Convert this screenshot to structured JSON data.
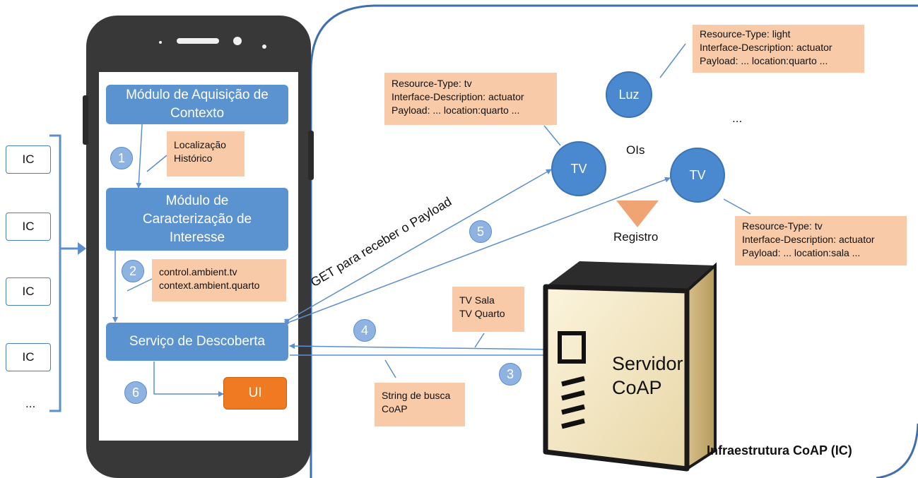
{
  "ic_list": [
    "IC",
    "IC",
    "IC",
    "IC",
    "..."
  ],
  "modules": {
    "aquisicao": "Módulo de Aquisição de Contexto",
    "caracterizacao": "Módulo de Caracterização de Interesse",
    "descoberta": "Serviço de Descoberta",
    "ui": "UI"
  },
  "steps": [
    "1",
    "2",
    "3",
    "4",
    "5",
    "6"
  ],
  "notes": {
    "contexto": [
      "Localização",
      "Histórico"
    ],
    "interesse": [
      "control.ambient.tv",
      "context.ambient.quarto"
    ],
    "busca": [
      "String de busca",
      "CoAP"
    ],
    "resultado": [
      "TV Sala",
      "TV Quarto"
    ],
    "tv_quarto": [
      "Resource-Type: tv",
      "Interface-Description: actuator",
      "Payload: ... location:quarto ..."
    ],
    "luz": [
      "Resource-Type: light",
      "Interface-Description: actuator",
      "Payload: ... location:quarto ..."
    ],
    "tv_sala": [
      "Resource-Type: tv",
      "Interface-Description: actuator",
      "Payload: ... location:sala ..."
    ]
  },
  "ois": {
    "luz": "Luz",
    "tv1": "TV",
    "tv2": "TV",
    "ellipsis": "...",
    "label": "OIs"
  },
  "labels": {
    "get": "GET para receber o Payload",
    "registro": "Registro",
    "servidor_1": "Servidor",
    "servidor_2": "CoAP",
    "infra": "Infraestrutura CoAP (IC)"
  },
  "colors": {
    "module_blue": "#5b93d1",
    "ui_orange": "#f07a22",
    "note_peach": "#f8caa8",
    "line_blue": "#5b8fd0"
  }
}
